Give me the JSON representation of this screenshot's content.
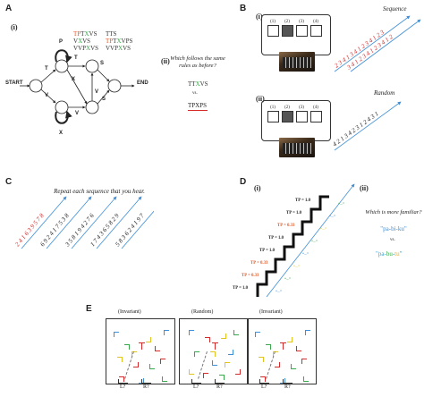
{
  "panels": {
    "A": {
      "letter": "A",
      "sub_i": "(i)",
      "sub_ii": "(ii)",
      "nodes": {
        "start": "START",
        "end": "END",
        "P": "P",
        "T1": "T",
        "T2": "T",
        "X1": "X",
        "X2": "X",
        "S1": "S",
        "S2": "S",
        "V1": "V",
        "V2": "V",
        "V3": "V"
      },
      "examples": [
        [
          {
            "t": "TP",
            "c": "#e05a2a"
          },
          {
            "t": "T",
            "c": "#333"
          },
          {
            "t": "X",
            "c": "#39a84a"
          },
          {
            "t": "VS",
            "c": "#333"
          }
        ],
        [
          {
            "t": "V",
            "c": "#333"
          },
          {
            "t": "X",
            "c": "#39a84a"
          },
          {
            "t": "VS",
            "c": "#333"
          }
        ],
        [
          {
            "t": "VVP",
            "c": "#333"
          },
          {
            "t": "X",
            "c": "#39a84a"
          },
          {
            "t": "VS",
            "c": "#333"
          }
        ]
      ],
      "examples_right": [
        [
          {
            "t": "TTS",
            "c": "#333"
          }
        ],
        [
          {
            "t": "TP",
            "c": "#e05a2a"
          },
          {
            "t": "T",
            "c": "#333"
          },
          {
            "t": "X",
            "c": "#39a84a"
          },
          {
            "t": "VPS",
            "c": "#333"
          }
        ],
        [
          {
            "t": "VVP",
            "c": "#333"
          },
          {
            "t": "X",
            "c": "#39a84a"
          },
          {
            "t": "VS",
            "c": "#333"
          }
        ]
      ],
      "question": "Which follows the same rules as before?",
      "option1": [
        {
          "t": "TT",
          "c": "#333"
        },
        {
          "t": "X",
          "c": "#39a84a"
        },
        {
          "t": "VS",
          "c": "#333"
        }
      ],
      "vs": "vs.",
      "option2": "TPXPS"
    },
    "B": {
      "letter": "B",
      "sub_i": "(i)",
      "sub_ii": "(ii)",
      "boxes": [
        "(1)",
        "(2)",
        "(3)",
        "(4)"
      ],
      "label_seq": "Sequence",
      "label_rand": "Random",
      "seq_digits": "2 3 4 1 3 4 1 2 3 4 1 2 3",
      "seq_digits2": "3 4 1 2 3 4 1 2 3 4 1 2",
      "rand_digits": "4 2 1 3 4 2 3 1 2 4 3 1"
    },
    "C": {
      "letter": "C",
      "instruction": "Repeat each sequence that you hear.",
      "sequences": [
        "2 4 1 6 3 9 5 7 8",
        "6 9 2 4 1 7 5 3 8",
        "3 5 8 1 9 4 2 7 6",
        "1 7 4 3 6 5 8 2 9",
        "5 8 3 6 2 4 1 9 7"
      ]
    },
    "D": {
      "letter": "D",
      "sub_i": "(i)",
      "sub_ii": "(ii)",
      "tp_labels": [
        {
          "t": "TP = 1.0",
          "c": "#222"
        },
        {
          "t": "TP = 0.33",
          "c": "#e05a2a"
        },
        {
          "t": "TP = 0.33",
          "c": "#e05a2a"
        },
        {
          "t": "TP = 1.0",
          "c": "#222"
        },
        {
          "t": "TP = 1.0",
          "c": "#222"
        },
        {
          "t": "TP = 0.33",
          "c": "#e05a2a"
        },
        {
          "t": "TP = 1.0",
          "c": "#222"
        },
        {
          "t": "TP = 1.0",
          "c": "#222"
        }
      ],
      "question": "Which is more familiar?",
      "word1": "\"pa-bi-ku\"",
      "vs": "vs.",
      "word2": [
        {
          "t": "\"",
          "c": "#39a0d8"
        },
        {
          "t": "pa",
          "c": "#39a0d8"
        },
        {
          "t": "-",
          "c": "#39a0d8"
        },
        {
          "t": "bu",
          "c": "#39a84a"
        },
        {
          "t": "-",
          "c": "#39a0d8"
        },
        {
          "t": "tu",
          "c": "#e0b020"
        },
        {
          "t": "\"",
          "c": "#39a0d8"
        }
      ]
    },
    "E": {
      "letter": "E",
      "titles": [
        "(Invariant)",
        "(Random)",
        "(Invariant)"
      ],
      "answers": [
        "L?",
        "R?"
      ]
    }
  },
  "colors": {
    "orange": "#e05a2a",
    "green": "#39a84a",
    "blue": "#3f8fd6",
    "red": "#d62a2a",
    "yellow": "#e2c420",
    "dark": "#222222"
  }
}
